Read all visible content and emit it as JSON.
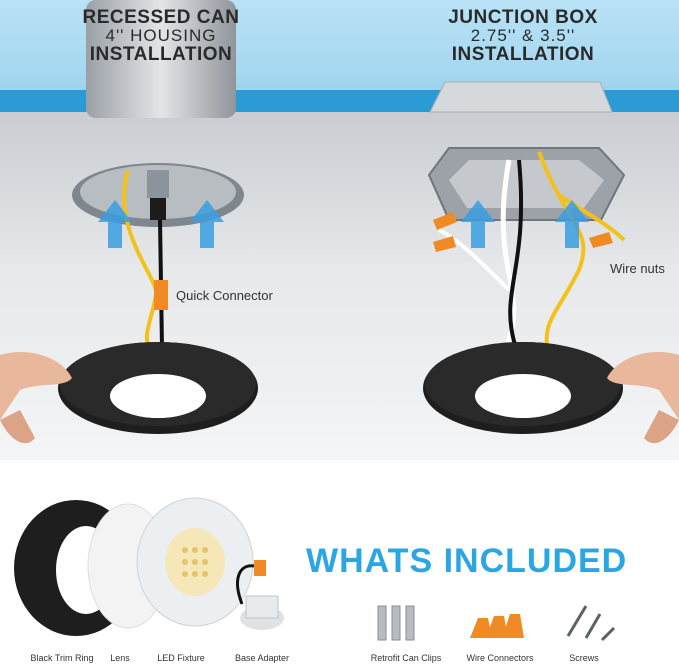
{
  "left_panel": {
    "title_line1": "RECESSED CAN",
    "title_line2": "4'' HOUSING",
    "title_line3": "INSTALLATION",
    "callout": "Quick Connector"
  },
  "right_panel": {
    "title_line1": "JUNCTION BOX",
    "title_line2": "2.75'' & 3.5''",
    "title_line3": "INSTALLATION",
    "callout": "Wire nuts"
  },
  "included": {
    "title": "WHATS INCLUDED",
    "items": [
      {
        "label": "Black Trim Ring"
      },
      {
        "label": "Lens"
      },
      {
        "label": "LED Fixture"
      },
      {
        "label": "Base Adapter"
      },
      {
        "label": "Retrofit Can Clips"
      },
      {
        "label": "Wire Connectors"
      },
      {
        "label": "Screws"
      }
    ]
  },
  "colors": {
    "accent_blue": "#2aa6e2",
    "arrow_blue": "#3a9ee0",
    "wire_yellow": "#f2c21a",
    "connector_orange": "#f08a24",
    "trim_black": "#1e1e1e"
  }
}
